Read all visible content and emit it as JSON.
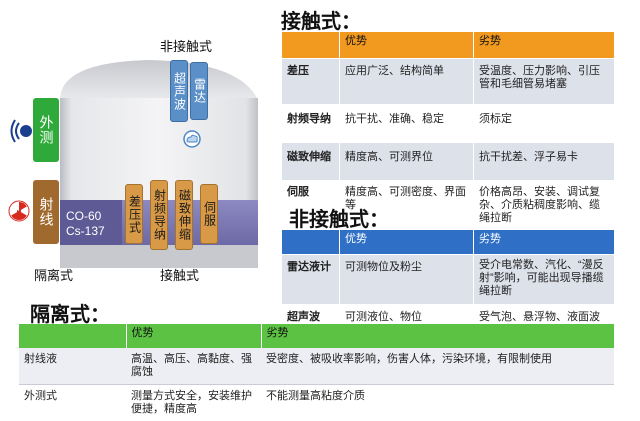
{
  "diagram": {
    "top_label": "非接触式",
    "probe_ultrasonic": "超声波",
    "probe_radar": "雷达",
    "side_external": "外测",
    "side_ray": "射线",
    "source_text_1": "CO-60",
    "source_text_2": "Cs-137",
    "probe_pressure": "差压式",
    "probe_rf": "射频导纳",
    "probe_magnet": "磁致伸缩",
    "probe_servo": "伺服",
    "bottom_left": "隔离式",
    "bottom_center": "接触式"
  },
  "contact": {
    "heading": "接触式：",
    "header": [
      "",
      "优势",
      "劣势"
    ],
    "rows": [
      [
        "差压",
        "应用广泛、结构简单",
        "受温度、压力影响、引压管和毛细管易堵塞"
      ],
      [
        "射频导纳",
        "抗干扰、准确、稳定",
        "须标定"
      ],
      [
        "磁致伸缩",
        "精度高、可测界位",
        "抗干扰差、浮子易卡"
      ],
      [
        "伺服",
        "精度高、可测密度、界面等",
        "价格高昂、安装、调试复杂、介质粘稠度影响、缆绳拉断"
      ]
    ]
  },
  "noncontact": {
    "heading": "非接触式：",
    "header": [
      "",
      "优势",
      "劣势"
    ],
    "rows": [
      [
        "雷达液计",
        "可测物位及粉尘",
        "受介电常数、汽化、“漫反射”影响，可能出现导播缆绳拉断"
      ],
      [
        "超声波",
        "可测液位、物位",
        "受气泡、悬浮物、液面波动影响"
      ]
    ]
  },
  "isolated": {
    "heading": "隔离式：",
    "header": [
      "",
      "优势",
      "劣势"
    ],
    "rows": [
      [
        "射线液",
        "高温、高压、高黏度、强腐蚀",
        "受密度、被吸收率影响，伤害人体，污染环境，有限制使用"
      ],
      [
        "外测式",
        "测量方式安全，安装维护便捷，精度高",
        "不能测量高粘度介质"
      ]
    ]
  },
  "colors": {
    "orange_header": "#f29a1f",
    "blue_header": "#2f6fc6",
    "green_header": "#5cc243",
    "probe_blue": "#5b8fc7",
    "probe_orange": "#d89a47",
    "side_green": "#2faa3a",
    "side_brown": "#a06a2e",
    "liquid_purple": "#7c78b6"
  },
  "icons": [
    "wave-icon",
    "radiation-icon",
    "cloud-icon"
  ]
}
